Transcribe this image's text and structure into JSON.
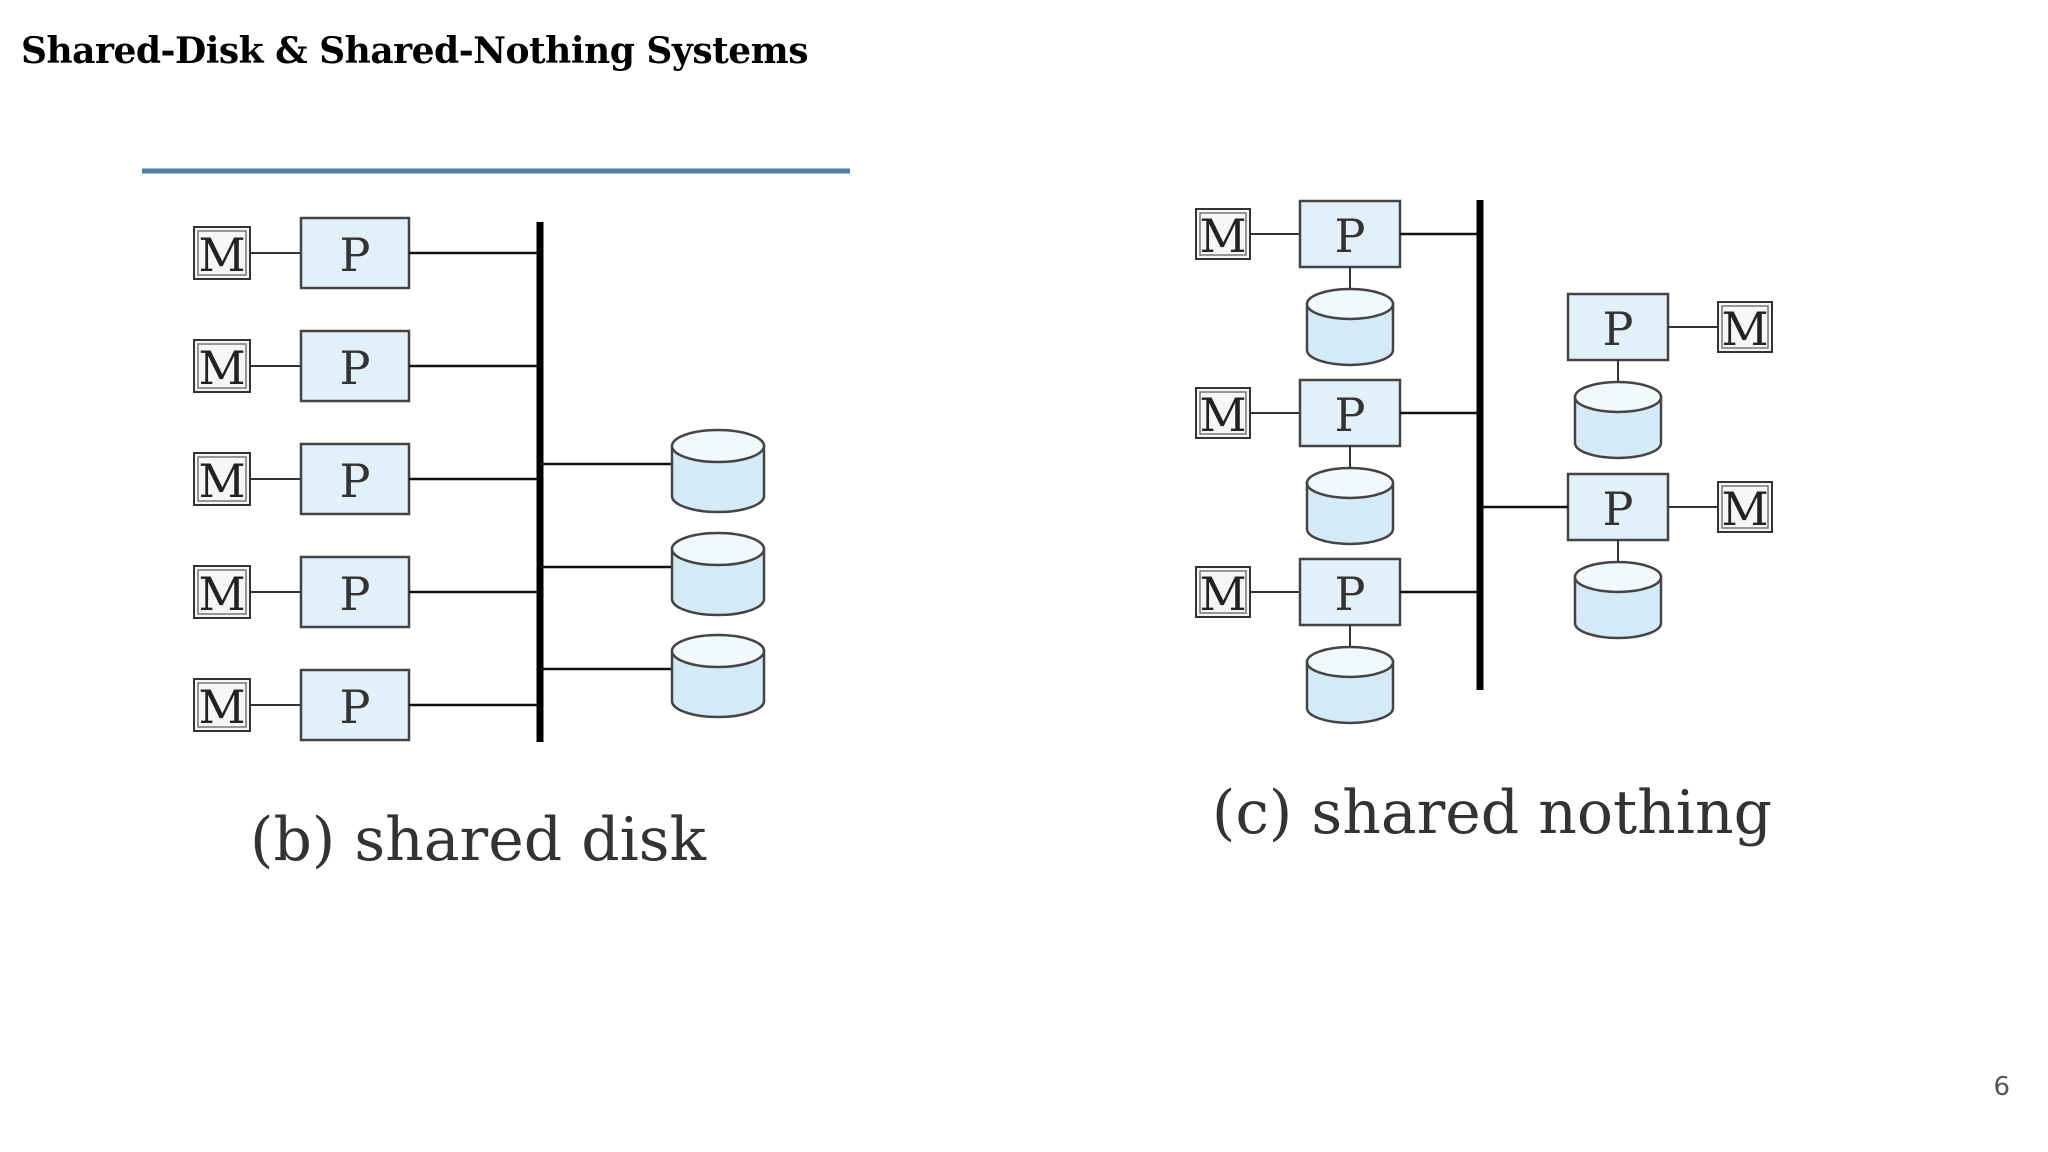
{
  "slide": {
    "title": "Shared-Disk & Shared-Nothing Systems",
    "page_number": "6"
  },
  "diagrams": {
    "shared_disk": {
      "caption": "(b) shared disk",
      "memory_label": "M",
      "processor_label": "P",
      "processor_count": 5,
      "disk_count": 3
    },
    "shared_nothing": {
      "caption": "(c) shared nothing",
      "memory_label": "M",
      "processor_label": "P",
      "node_count": 5
    }
  },
  "colors": {
    "processor_fill": "#e2f1f9",
    "disk_fill": "#d4ebf7",
    "accent_rule": "#4f7fa5"
  }
}
